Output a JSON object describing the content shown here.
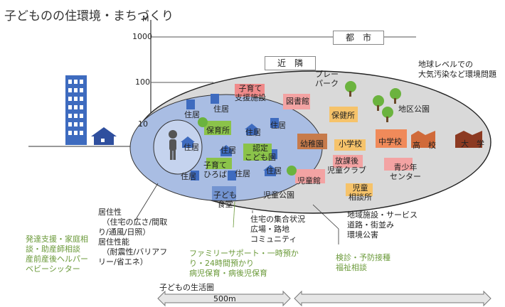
{
  "title": "子どものの住環境・まちづくり",
  "axis": {
    "m": "M",
    "t1000": "1000",
    "t100": "100",
    "t10": "10"
  },
  "regions": {
    "city": "都　市",
    "neighborhood": "近　隣"
  },
  "labels": {
    "global": [
      "地球レベルでの",
      "大気汚染など環境問題"
    ],
    "playpark": [
      "プレー",
      "パーク"
    ],
    "district_park": "地区公園",
    "childcare_support": [
      "子育て",
      "支援施設"
    ],
    "library": "図書館",
    "health_center": "保健所",
    "home1": "住居",
    "home2": "住居",
    "nursery": "保育所",
    "home3": "住居",
    "home4": "住居",
    "home5": "住居",
    "home6": "住居",
    "home7": "住居",
    "home8": "住居",
    "home9": "住居",
    "kindergarten": "幼稚園",
    "elementary": "小学校",
    "junior_high": "中学校",
    "high_school": "高　校",
    "university": "大　学",
    "certified": [
      "認定",
      "こども園"
    ],
    "childcare_plaza": [
      "子育て",
      "ひろば"
    ],
    "after_school": [
      "放課後",
      "児童クラブ"
    ],
    "youth_center": [
      "青少年",
      "センター"
    ],
    "kids_cafeteria": [
      "子ども",
      "食堂"
    ],
    "children_hall": "児童館",
    "children_park": "児童公園",
    "child_consult": [
      "児童",
      "相談所"
    ]
  },
  "notes": {
    "residential": [
      "居住性",
      "　（住宅の広さ/間取",
      "り/通風/日照）",
      "居住性能",
      "　（耐震性/バリアフ",
      "リー/省エネ）"
    ],
    "support": [
      "発達支援・家庭相",
      "談・助産師相談",
      "産前産後ヘルパー",
      "ベビーシッター"
    ],
    "housing": [
      "住宅の集合状況",
      "広場・路地",
      "コミュニティ"
    ],
    "family_support": [
      "ファミリーサポート・一時預か",
      "り・24時間預かり",
      "病児保育・病後児保育"
    ],
    "regional": [
      "地域施設・サービス",
      "道路・街並み",
      "環境公害"
    ],
    "checkup": [
      "検診・予防接種",
      "福祉相談"
    ]
  },
  "bottom": {
    "living_area": "子どもの生活圏",
    "distance": "500m"
  },
  "colors": {
    "outer": "#d9d9d9",
    "middle": "#a9bde3",
    "inner": "#c5d3ee",
    "house": "#3e6bbf",
    "tree": "#6bb33e"
  }
}
